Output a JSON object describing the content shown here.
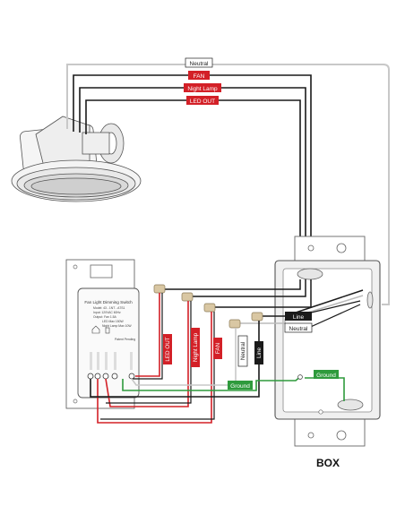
{
  "labels": {
    "neutral_top": "Neutral",
    "fan_top": "FAN",
    "night_lamp_top": "Night Lamp",
    "led_out_top": "LED OUT",
    "led_out_side": "LED OUT",
    "night_lamp_side": "Night Lamp",
    "fan_side": "FAN",
    "neutral_side": "Neutral",
    "line_side": "Line",
    "line_box": "Line",
    "neutral_box": "Neutral",
    "ground_left": "Ground",
    "ground_box": "Ground",
    "box_caption": "BOX"
  },
  "switch_panel": {
    "title": "Fan Light Dimming Switch",
    "lines": [
      "Model: 43 - 1NT - A7S1",
      "Input: 120VAC 60Hz",
      "Output: Fan 1.5A",
      "LED Max 150W",
      "Night Lamp Max 10W"
    ],
    "patent": "Patent Pending"
  },
  "colors": {
    "red": "#d32027",
    "black": "#1a1a1a",
    "green": "#2e9a3c",
    "white_wire": "#c8c8c8"
  }
}
